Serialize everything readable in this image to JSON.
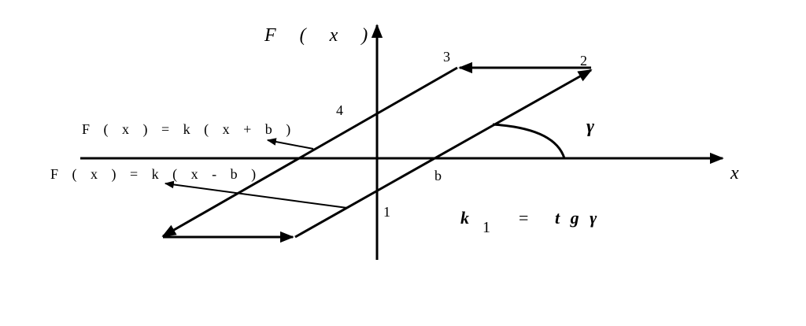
{
  "diagram": {
    "y_axis_label": "F ( x )",
    "x_axis_label": "x",
    "point_labels": {
      "p1": "1",
      "p2": "2",
      "p3": "3",
      "p4": "4",
      "b": "b"
    },
    "upper_branch_formula": "F ( x ) = k ( x + b )",
    "lower_branch_formula": "F ( x ) = k ( x - b )",
    "angle_symbol": "γ",
    "slope_formula": {
      "k": "k",
      "sub": "1",
      "eq": "=",
      "rhs": "t g γ"
    }
  }
}
